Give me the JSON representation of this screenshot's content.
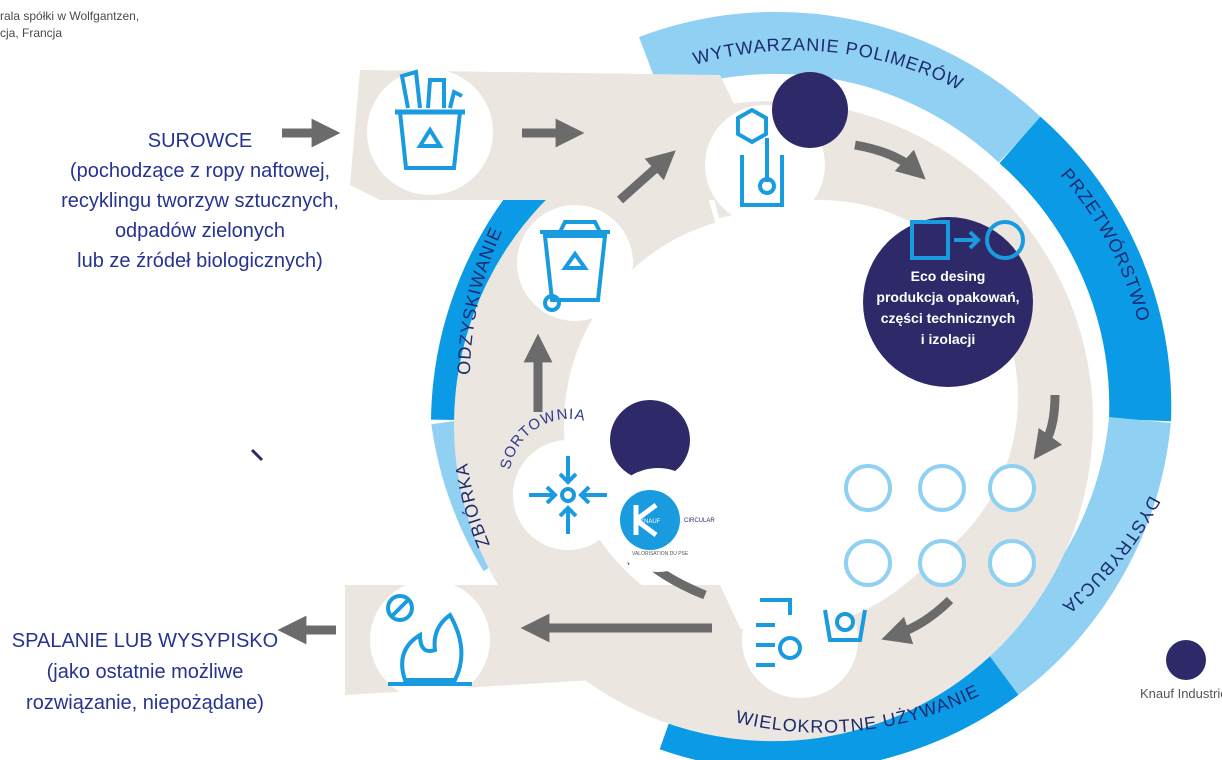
{
  "corner_note": {
    "line1": "rala spółki w Wolfgantzen,",
    "line2": "cja, Francja"
  },
  "inputs": {
    "title": "SUROWCE",
    "lines": [
      "(pochodzące z ropy naftowej,",
      "recyklingu tworzyw sztucznych,",
      "odpadów zielonych",
      "lub ze źródeł biologicznych)"
    ]
  },
  "outputs": {
    "title": "SPALANIE LUB WYSYPISKO",
    "lines": [
      "(jako ostatnie możliwe",
      "rozwiązanie, niepożądane)"
    ]
  },
  "ring_labels": {
    "top": "WYTWARZANIE POLIMERÓW",
    "right": "PRZETWÓRSTWO",
    "lower_right": "DYSTRYBUCJA",
    "bottom": "WIELOKROTNE UŻYWANIE",
    "left_upper": "ODZYSKIWANIE",
    "left_lower": "ZBIÓRKA"
  },
  "sortownia_label": "SORTOWNIA",
  "eco_design": {
    "lines": [
      "Eco desing",
      "produkcja opakowań,",
      "części technicznych",
      "i izolacji"
    ]
  },
  "legend": {
    "label": "Knauf Industries"
  },
  "colors": {
    "ring_blue": "#0a9ae6",
    "ring_light": "#8fd0f3",
    "band_beige": "#ebe7e0",
    "navy": "#2e2a69",
    "text_blue": "#263391",
    "arrow_gray": "#6b6b6b",
    "icon_blue": "#1a9be0"
  },
  "icons": {
    "recycling_bin": "recycling-bin-icon",
    "polymer_lab": "chemistry-flask-icon",
    "recycle_cart": "wheelie-bin-icon",
    "sorting": "sorting-arrows-icon",
    "knauf_circular": "knauf-circular-logo",
    "incineration": "fire-landfill-icon",
    "reuse": "reuse-gear-person-icon",
    "products": [
      "tray-icon",
      "car-icon",
      "panel-icon",
      "plug-icon",
      "fan-icon",
      "factory-icon"
    ]
  },
  "knauf_circular_logo": {
    "brand": "KNAUF",
    "badge": "CIRCULAR",
    "tagline": "VALORISATION DU PSE"
  }
}
